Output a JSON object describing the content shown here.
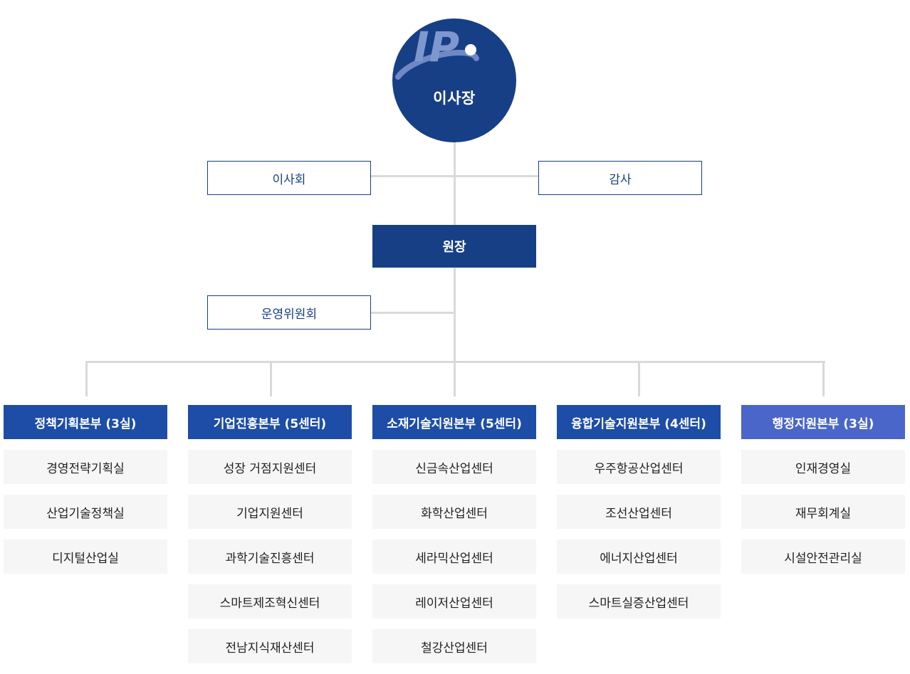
{
  "colors": {
    "primary": "#173f86",
    "division_header": "#1d4da6",
    "division_header_admin": "#4b66c9",
    "connector": "#d9d9d9",
    "item_bg": "#f6f6f6"
  },
  "top": {
    "logo_text": "IP",
    "label": "이사장"
  },
  "side_top": {
    "left": "이사회",
    "right": "감사"
  },
  "director": {
    "label": "원장"
  },
  "committee": {
    "label": "운영위원회"
  },
  "divisions": [
    {
      "title": "정책기획본부 (3실)",
      "items": [
        "경영전략기획실",
        "산업기술정책실",
        "디지털산업실"
      ]
    },
    {
      "title": "기업진흥본부 (5센터)",
      "items": [
        "성장 거점지원센터",
        "기업지원센터",
        "과학기술진흥센터",
        "스마트제조혁신센터",
        "전남지식재산센터"
      ]
    },
    {
      "title": "소재기술지원본부 (5센터)",
      "items": [
        "신금속산업센터",
        "화학산업센터",
        "세라믹산업센터",
        "레이저산업센터",
        "철강산업센터"
      ]
    },
    {
      "title": "융합기술지원본부 (4센터)",
      "items": [
        "우주항공산업센터",
        "조선산업센터",
        "에너지산업센터",
        "스마트실증산업센터"
      ]
    },
    {
      "title": "행정지원본부 (3실)",
      "items": [
        "인재경영실",
        "재무회계실",
        "시설안전관리실"
      ]
    }
  ]
}
